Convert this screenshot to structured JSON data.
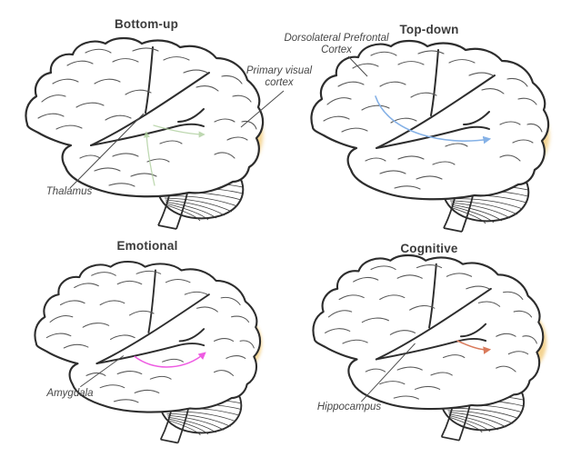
{
  "figure": {
    "shared": {
      "visual_cortex_label": "Primary visual cortex",
      "visual_cortex_color": "#f3d088"
    },
    "panels": {
      "bottom_up": {
        "title": "Bottom-up",
        "region": "Thalamus",
        "region_color": "#bdd8ae",
        "pathway_color": "#aecf9e"
      },
      "top_down": {
        "title": "Top-down",
        "region": "Dorsolateral Prefrontal Cortex",
        "region_color": "#a6c6ec",
        "pathway_color": "#85b1e6"
      },
      "emotional": {
        "title": "Emotional",
        "region": "Amygdala",
        "region_color": "#f29ae9",
        "pathway_color": "#ee5ce2"
      },
      "cognitive": {
        "title": "Cognitive",
        "region": "Hippocampus",
        "region_color": "#e8927a",
        "pathway_color": "#d97a5b"
      }
    }
  }
}
